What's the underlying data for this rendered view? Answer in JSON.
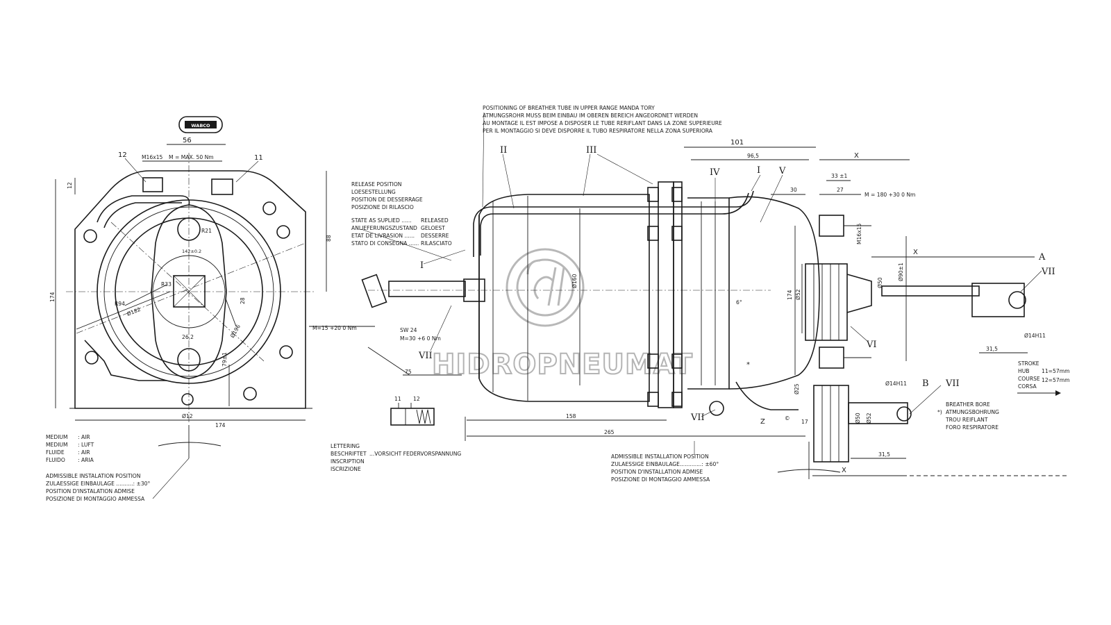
{
  "logo": {
    "text": "WABCO"
  },
  "watermark": {
    "text": "HIDROPNEUMAT"
  },
  "breather_note": [
    "POSITIONING OF BREATHER TUBE IN UPPER RANGE MANDA TORY",
    "ATMUNGSROHR MUSS BEIM EINBAU IM OBEREN BEREICH ANGEORDNET WERDEN",
    "AU MONTAGE IL EST IMPOSE A DISPOSER LE TUBE RERIFLANT DANS LA ZONE SUPERIEURE",
    "PER IL MONTAGGIO SI DEVE  DISPORRE IL TUBO RESPIRATORE NELLA ZONA SUPERIORA"
  ],
  "release_position": [
    "RELEASE POSITION",
    "LOESESTELLUNG",
    "POSITION DE DESSERRAGE",
    "POSIZIONE DI RILASCIO"
  ],
  "state_supplied": {
    "left": [
      "STATE AS SUPLIED ......",
      "ANLIEFERUNGSZUSTAND",
      "ETAT DE LIVRASION ......",
      "STATO DI CONSEGNA ......"
    ],
    "right": [
      "RELEASED",
      "GELOEST",
      "DESSERRE",
      "RILASCIATO"
    ]
  },
  "medium": {
    "left": [
      "MEDIUM",
      "MEDIUM",
      "FLUIDE",
      "FLUIDO"
    ],
    "right": [
      ": AIR",
      ": LUFT",
      ": AIR",
      ": ARIA"
    ]
  },
  "install_left": [
    "ADMISSIBLE INSTALATION POSITION",
    "ZULAESSIGE EINBAULAGE ..........: ±30°",
    "POSITION D'INSTALATION ADMISE",
    "POSIZIONE DI MONTAGGIO AMMESSA"
  ],
  "install_right": [
    "ADMISSIBLE INSTALLATION POSITION",
    "ZULAESSIGE EINBAULAGE.............: ±60°",
    "POSITION  D'INSTALLATION ADMISE",
    "POSIZIONE DI MONTAGGIO AMMESSA"
  ],
  "lettering": {
    "left": [
      "LETTERING",
      "BESCHRIFTET",
      "INSCRIPTION",
      "ISCRIZIONE"
    ],
    "right": "...VORSICHT FEDERVORSPANNUNG"
  },
  "breather_bore": [
    "BREATHER BORE",
    "ATMUNGSBOHRUNG",
    "TROU REIFLANT",
    "FORO RESPIRATORE"
  ],
  "stroke": {
    "labels": [
      "STROKE",
      "HUB",
      "COURSE",
      "CORSA"
    ],
    "values": [
      "11=57mm",
      "12=57mm"
    ]
  },
  "front_view": {
    "dims": {
      "d56": "56",
      "m16": "M16x15",
      "torque": "M = MAX. 50 Nm",
      "d12": "12",
      "d88": "88",
      "d174v": "174",
      "d174h": "174",
      "phi12": "Ø12",
      "r21": "R21",
      "d142": "142±0.2",
      "r33": "R33",
      "d28": "28",
      "r94": "R94",
      "phi182": "Ø182",
      "d262": "26,2",
      "phi196": "Ø196",
      "d79": "79±1"
    },
    "balloons": {
      "b12": "12",
      "b11": "11"
    }
  },
  "side_view": {
    "dims": {
      "d101": "101",
      "d965": "96,5",
      "x1": "X",
      "d33": "33 ±1",
      "d30": "30",
      "d27": "27",
      "torque_nut": "M = 180 +30 0 Nm",
      "m16": "M16x15",
      "x2": "X",
      "phi90": "Ø90±1",
      "phi50a": "Ø50",
      "phi160": "Ø160",
      "d174": "174",
      "phi52a": "Ø52",
      "angle6": "6°",
      "torque_nut2": "M=15 +20 0 Nm",
      "sw24": "SW 24",
      "torque_sw": "M=30 +6 0 Nm",
      "d75": "75",
      "phi14a": "Ø14H11",
      "d315a": "31,5",
      "d158": "158",
      "d265": "265",
      "phi25": "Ø25",
      "phi14b": "Ø14H11",
      "phi50b": "Ø50",
      "phi52b": "Ø52",
      "d17": "17",
      "d315b": "31,5",
      "x3": "X",
      "z": "Z",
      "star": "*",
      "c": "©"
    },
    "balloons": {
      "II": "II",
      "III": "III",
      "IV": "IV",
      "I_top": "I",
      "V": "V",
      "I_left": "I",
      "A": "A",
      "VII_a": "VII",
      "VI": "VI",
      "VII_b": "VII",
      "VII_c": "VII",
      "B": "B",
      "VII_d": "VII"
    },
    "symbol_labels": {
      "n11": "11",
      "n12": "12"
    }
  }
}
